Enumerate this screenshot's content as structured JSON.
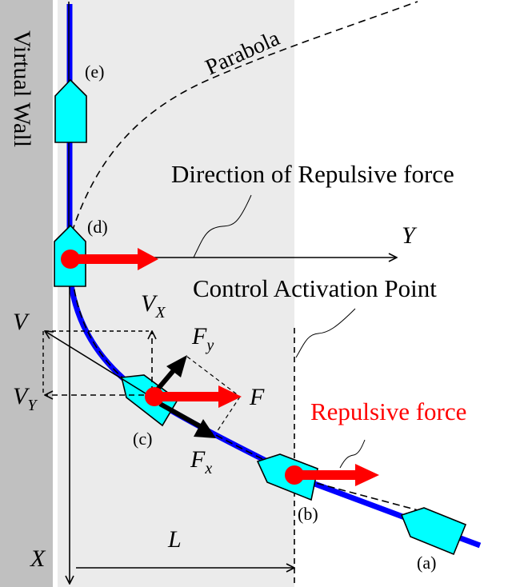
{
  "labels": {
    "virtual_wall": "Virtual Wall",
    "parabola": "Parabola",
    "direction_of_repulsive_force": "Direction of Repulsive force",
    "control_activation_point": "Control Activation Point",
    "repulsive_force": "Repulsive force",
    "axis_y": "Y",
    "axis_x": "X",
    "distance_l": "L",
    "v": "V",
    "v_x": "V",
    "v_x_sub": "X",
    "v_y": "V",
    "v_y_sub": "Y",
    "f": "F",
    "f_x": "F",
    "f_x_sub": "x",
    "f_y": "F",
    "f_y_sub": "y"
  },
  "positions": {
    "a": "(a)",
    "b": "(b)",
    "c": "(c)",
    "d": "(d)",
    "e": "(e)"
  },
  "colors": {
    "wall": "#c0c0c0",
    "region": "#ebebeb",
    "path": "#0000ff",
    "ship": "#00ffff",
    "force": "#ff0000",
    "repulsive_label": "#ff0000"
  }
}
